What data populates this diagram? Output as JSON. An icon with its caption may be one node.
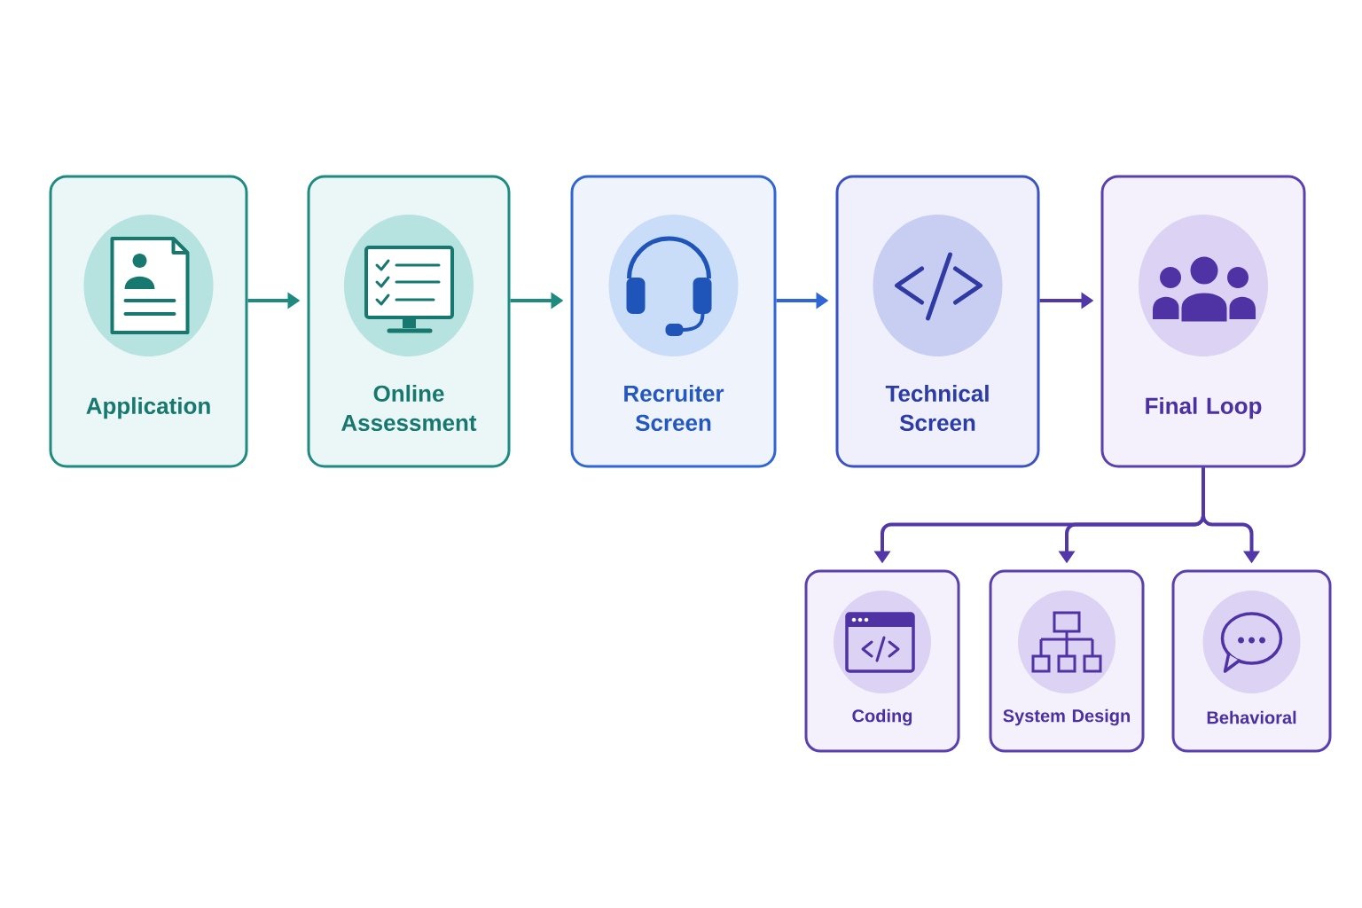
{
  "diagram": {
    "nodes": [
      {
        "text": [
          "Application"
        ]
      },
      {
        "text": [
          "Online Assessment"
        ]
      },
      {
        "text": [
          "Recruiter Screen"
        ]
      },
      {
        "text": [
          "Technical Screen"
        ]
      },
      {
        "text": [
          "Final Loop"
        ]
      },
      {
        "text": [
          "Coding"
        ]
      },
      {
        "text": [
          "System Design"
        ]
      },
      {
        "text": [
          "Behavioral"
        ]
      }
    ],
    "edges": [
      {
        "from": 0,
        "to": 1,
        "arrow": "to",
        "color": "#1e8a80"
      },
      {
        "from": 1,
        "to": 2,
        "arrow": "to",
        "color": "#1e8a80"
      },
      {
        "from": 2,
        "to": 3,
        "arrow": "to",
        "color": "#2f66d4"
      },
      {
        "from": 3,
        "to": 4,
        "arrow": "to"
      },
      {
        "from": 4,
        "to": 5,
        "arrow": "to"
      },
      {
        "from": 4,
        "to": 6,
        "arrow": "to"
      },
      {
        "from": 4,
        "to": 7,
        "arrow": "to"
      }
    ]
  }
}
